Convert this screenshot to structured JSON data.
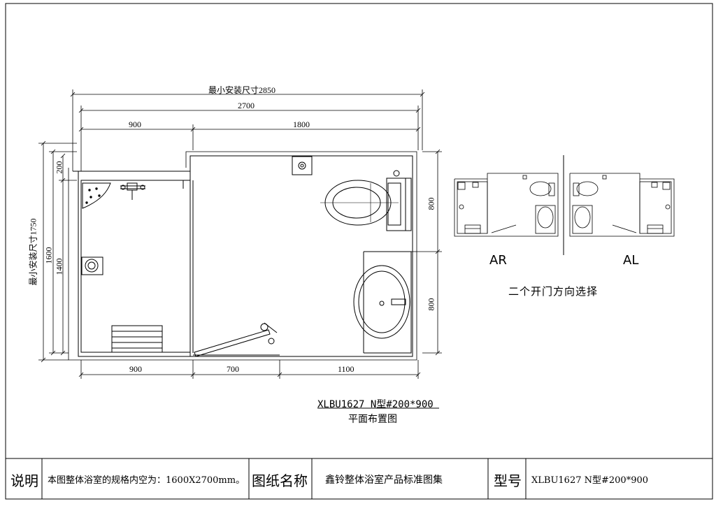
{
  "plan": {
    "dim_min_install_width": "最小安装尺寸2850",
    "dim_total_width": "2700",
    "dim_top_left": "900",
    "dim_top_right": "1800",
    "dim_bottom_left": "900",
    "dim_bottom_mid": "700",
    "dim_bottom_right": "1100",
    "dim_left_min_install": "最小安装尺寸1750",
    "dim_left_1600": "1600",
    "dim_left_1400": "1400",
    "dim_left_200": "200",
    "dim_right_upper": "800",
    "dim_right_lower": "800",
    "caption_model": "XLBU1627 N型#200*900",
    "caption_title": "平面布置图"
  },
  "door_options": {
    "left_label": "AR",
    "right_label": "AL",
    "note": "二个开门方向选择"
  },
  "title_block": {
    "desc_header": "说明",
    "desc_text": "本图整体浴室的规格内空为：1600X2700mm。",
    "drawing_header": "图纸名称",
    "drawing_name": "鑫铃整体浴室产品标准图集",
    "model_header": "型号",
    "model_value": "XLBU1627 N型#200*900"
  }
}
